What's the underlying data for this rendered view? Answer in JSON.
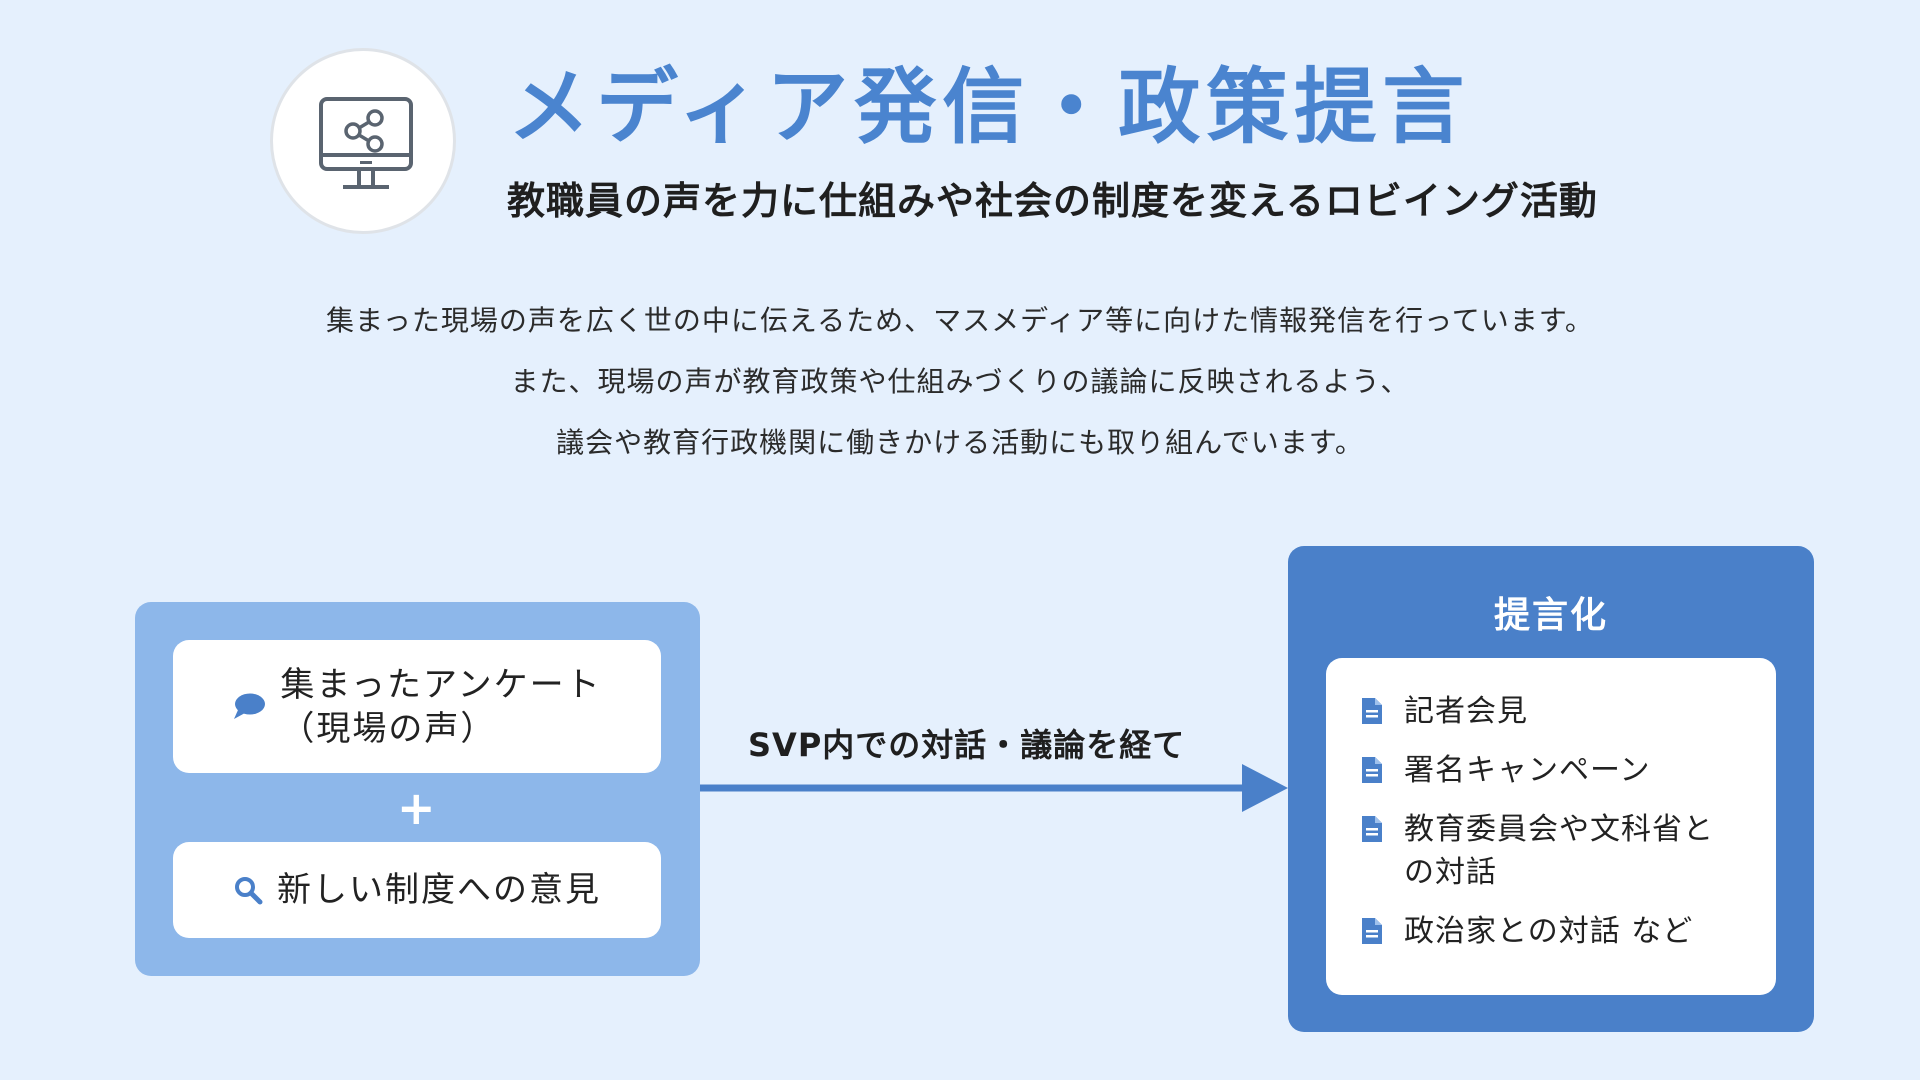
{
  "header": {
    "title": "メディア発信・政策提言",
    "subtitle": "教職員の声を力に仕組みや社会の制度を変えるロビイング活動",
    "icon": "monitor-share-icon"
  },
  "description": [
    "集まった現場の声を広く世の中に伝えるため、マスメディア等に向けた情報発信を行っています。",
    "また、現場の声が教育政策や仕組みづくりの議論に反映されるよう、",
    "議会や教育行政機関に働きかける活動にも取り組んでいます。"
  ],
  "inputs": {
    "survey": {
      "label": "集まったアンケート\n（現場の声）",
      "icon": "speech-bubble-icon"
    },
    "plus": "+",
    "opinion": {
      "label": "新しい制度への意見",
      "icon": "search-icon"
    }
  },
  "arrow_label": "SVP内での対話・議論を経て",
  "output": {
    "title": "提言化",
    "items": [
      {
        "label": "記者会見",
        "icon": "document-icon"
      },
      {
        "label": "署名キャンペーン",
        "icon": "document-icon"
      },
      {
        "label": "教育委員会や文科省との対話",
        "icon": "document-icon"
      },
      {
        "label": "政治家との対話 など",
        "icon": "document-icon"
      }
    ]
  },
  "colors": {
    "background": "#e5f0fd",
    "title": "#4a84cf",
    "left_panel": "#8db7ea",
    "right_panel": "#4a80c9",
    "icon_blue": "#4a80c9"
  }
}
